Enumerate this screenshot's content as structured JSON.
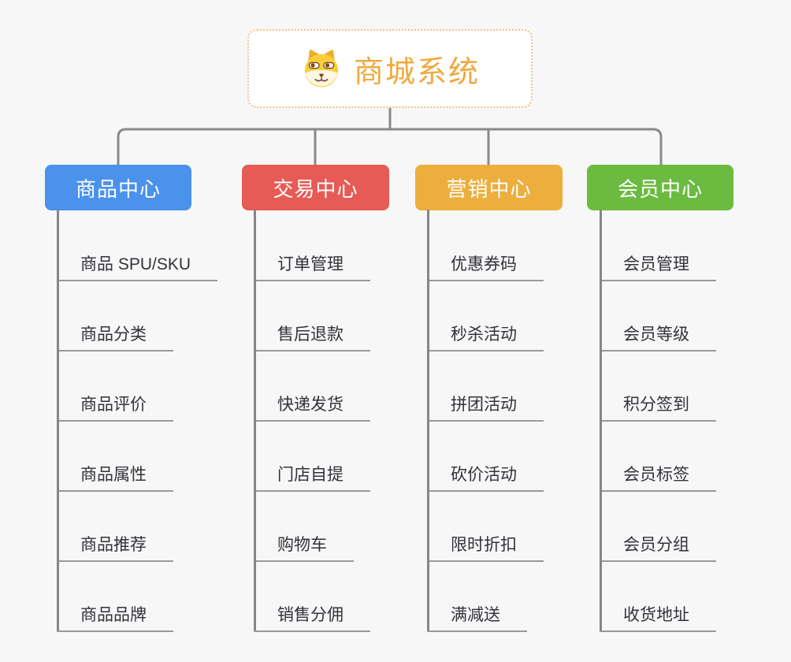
{
  "root": {
    "title": "商城系统",
    "icon": "dog-face-icon"
  },
  "branches": [
    {
      "label": "商品中心",
      "color": "#4b92ec",
      "items": [
        "商品 SPU/SKU",
        "商品分类",
        "商品评价",
        "商品属性",
        "商品推荐",
        "商品品牌"
      ]
    },
    {
      "label": "交易中心",
      "color": "#e65b55",
      "items": [
        "订单管理",
        "售后退款",
        "快递发货",
        "门店自提",
        "购物车",
        "销售分佣"
      ]
    },
    {
      "label": "营销中心",
      "color": "#ecae3d",
      "items": [
        "优惠券码",
        "秒杀活动",
        "拼团活动",
        "砍价活动",
        "限时折扣",
        "满减送"
      ]
    },
    {
      "label": "会员中心",
      "color": "#6cbb41",
      "items": [
        "会员管理",
        "会员等级",
        "积分签到",
        "会员标签",
        "会员分组",
        "收货地址"
      ]
    }
  ],
  "colors": {
    "background": "#f7f7f7",
    "root_text": "#efa93f",
    "root_border": "#efc083",
    "connector": "#8a8a8a",
    "leaf_underline": "#9a9a9a",
    "leaf_text": "#32323a"
  }
}
